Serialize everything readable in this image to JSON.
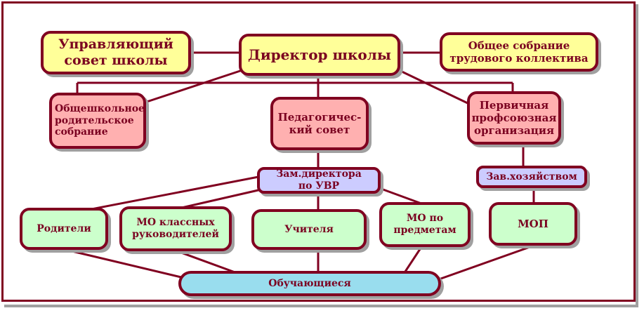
{
  "nodes": {
    "council": "Управляющий\nсовет школы",
    "director": "Директор школы",
    "assembly": "Общее собрание\nтрудового коллектива",
    "parents_meeting": "Общешкольное\nродительское\nсобрание",
    "ped_council": "Педагогичес-\nкий  совет",
    "union": "Первичная\nпрофсоюзная\nорганизация",
    "deputy": "Зам.директора\nпо УВР",
    "supply": "Зав.хозяйством",
    "parents": "Родители",
    "mo_class": "МО классных\nруководителей",
    "teachers": "Учителя",
    "mo_subject": "МО по\nпредметам",
    "mop": "МОП",
    "students": "Обучающиеся"
  },
  "colors": {
    "border": "#800020",
    "text": "#7a0020",
    "yellow": "#ffff99",
    "pink": "#ffb0b0",
    "green": "#ccffcc",
    "lavender": "#ccccff",
    "cyan": "#99ddee"
  }
}
